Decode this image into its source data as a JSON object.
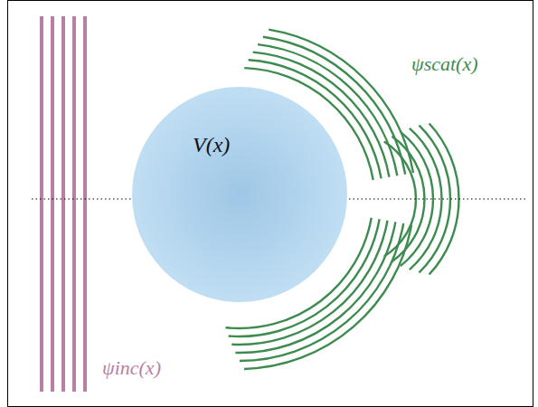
{
  "diagram": {
    "nodes": [
      {
        "text": [
          "V(x)"
        ]
      }
    ],
    "labels": [
      "ψscat(x)",
      "ψinc(x)"
    ]
  }
}
